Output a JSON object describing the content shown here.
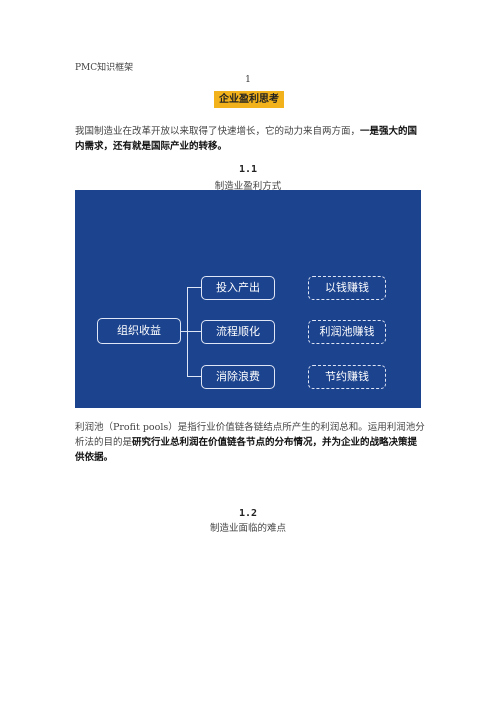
{
  "header": "PMC知识框架",
  "section_number": "1",
  "section_title": "企业盈利思考",
  "intro": {
    "normal": "我国制造业在改革开放以来取得了快速增长，它的动力来自两方面，",
    "bold": "一是强大的国内需求，还有就是国际产业的转移。"
  },
  "sub1": {
    "number": "1.1",
    "title": "制造业盈利方式"
  },
  "diagram": {
    "root": "组织收益",
    "branches": [
      "投入产出",
      "流程顺化",
      "消除浪费"
    ],
    "results": [
      "以钱赚钱",
      "利润池赚钱",
      "节约赚钱"
    ]
  },
  "para2": {
    "normal": "利润池（Profit pools）是指行业价值链各链结点所产生的利润总和。运用利润池分析法的目的是",
    "bold": "研究行业总利润在价值链各节点的分布情况，并为企业的战略决策提供依据。"
  },
  "sub2": {
    "number": "1.2",
    "title": "制造业面临的难点"
  }
}
